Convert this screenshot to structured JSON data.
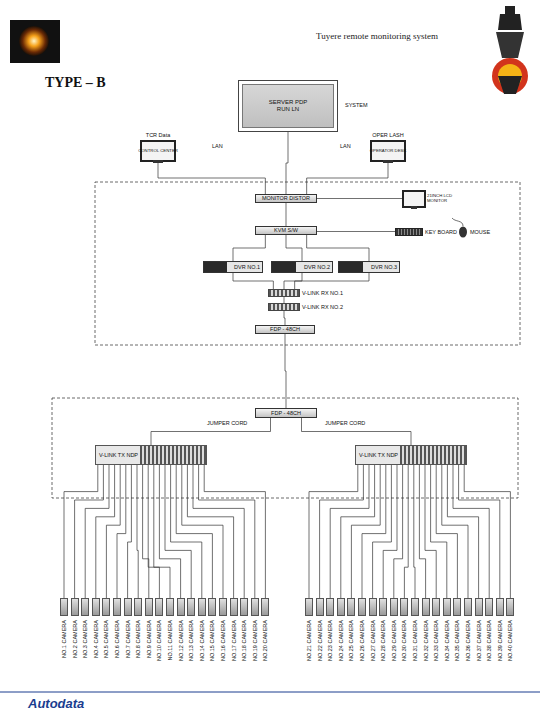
{
  "diagram": {
    "title": "TYPE – B",
    "nodes": [
      {
        "text": [
          "SERVER PDP",
          "RUN LN"
        ]
      },
      {
        "text": [
          "TCR Data",
          "CONTROL CENTER"
        ]
      },
      {
        "text": [
          "OPER LASH",
          "OPERATOR DESK"
        ]
      },
      {
        "text": [
          "MONITOR DISTOR"
        ]
      },
      {
        "text": [
          "21INCH LCD MONITOR"
        ]
      },
      {
        "text": [
          "KVM S/W"
        ]
      },
      {
        "text": [
          "KEY BOARD"
        ]
      },
      {
        "text": [
          "DVR NO.1"
        ]
      },
      {
        "text": [
          "DVR NO.2"
        ]
      },
      {
        "text": [
          "DVR NO.3"
        ]
      },
      {
        "text": [
          "V-LINK RX NO.1"
        ]
      },
      {
        "text": [
          "V-LINK RX NO.2"
        ]
      },
      {
        "text": [
          "FDP - 48CH"
        ]
      },
      {
        "text": [
          "FDP - 48CH"
        ]
      },
      {
        "text": [
          "V-LINK TX NDP"
        ]
      },
      {
        "text": [
          "V-LINK TX NDP"
        ]
      },
      {
        "text": [
          "NO.1 CAMERA"
        ]
      },
      {
        "text": [
          "NO.2 CAMERA"
        ]
      },
      {
        "text": [
          "NO.3 CAMERA"
        ]
      },
      {
        "text": [
          "NO.4 CAMERA"
        ]
      },
      {
        "text": [
          "NO.5 CAMERA"
        ]
      },
      {
        "text": [
          "NO.6 CAMERA"
        ]
      },
      {
        "text": [
          "NO.7 CAMERA"
        ]
      },
      {
        "text": [
          "NO.8 CAMERA"
        ]
      },
      {
        "text": [
          "NO.9 CAMERA"
        ]
      },
      {
        "text": [
          "NO.10 CAMERA"
        ]
      },
      {
        "text": [
          "NO.11 CAMERA"
        ]
      },
      {
        "text": [
          "NO.12 CAMERA"
        ]
      },
      {
        "text": [
          "NO.13 CAMERA"
        ]
      },
      {
        "text": [
          "NO.14 CAMERA"
        ]
      },
      {
        "text": [
          "NO.15 CAMERA"
        ]
      },
      {
        "text": [
          "NO.16 CAMERA"
        ]
      },
      {
        "text": [
          "NO.17 CAMERA"
        ]
      },
      {
        "text": [
          "NO.18 CAMERA"
        ]
      },
      {
        "text": [
          "NO.19 CAMERA"
        ]
      },
      {
        "text": [
          "NO.20 CAMERA"
        ]
      },
      {
        "text": [
          "NO.21 CAMERA"
        ]
      },
      {
        "text": [
          "NO.22 CAMERA"
        ]
      },
      {
        "text": [
          "NO.23 CAMERA"
        ]
      },
      {
        "text": [
          "NO.24 CAMERA"
        ]
      },
      {
        "text": [
          "NO.25 CAMERA"
        ]
      },
      {
        "text": [
          "NO.26 CAMERA"
        ]
      },
      {
        "text": [
          "NO.27 CAMERA"
        ]
      },
      {
        "text": [
          "NO.28 CAMERA"
        ]
      },
      {
        "text": [
          "NO.29 CAMERA"
        ]
      },
      {
        "text": [
          "NO.30 CAMERA"
        ]
      },
      {
        "text": [
          "NO.31 CAMERA"
        ]
      },
      {
        "text": [
          "NO.32 CAMERA"
        ]
      },
      {
        "text": [
          "NO.33 CAMERA"
        ]
      },
      {
        "text": [
          "NO.34 CAMERA"
        ]
      },
      {
        "text": [
          "NO.35 CAMERA"
        ]
      },
      {
        "text": [
          "NO.36 CAMERA"
        ]
      },
      {
        "text": [
          "NO.37 CAMERA"
        ]
      },
      {
        "text": [
          "NO.38 CAMERA"
        ]
      },
      {
        "text": [
          "NO.39 CAMERA"
        ]
      },
      {
        "text": [
          "NO.40 CAMERA"
        ]
      }
    ],
    "edges": [
      {
        "from": 0,
        "to": 3,
        "arrow": "none"
      },
      {
        "from": 1,
        "to": 3,
        "arrow": "none"
      },
      {
        "from": 2,
        "to": 3,
        "arrow": "none"
      },
      {
        "from": 3,
        "to": 4,
        "arrow": "none"
      },
      {
        "from": 3,
        "to": 5,
        "arrow": "none"
      },
      {
        "from": 5,
        "to": 6,
        "arrow": "none"
      },
      {
        "from": 5,
        "to": 7,
        "arrow": "none"
      },
      {
        "from": 5,
        "to": 8,
        "arrow": "none"
      },
      {
        "from": 5,
        "to": 9,
        "arrow": "none"
      },
      {
        "from": 7,
        "to": 10,
        "arrow": "none"
      },
      {
        "from": 8,
        "to": 10,
        "arrow": "none"
      },
      {
        "from": 9,
        "to": 10,
        "arrow": "none"
      },
      {
        "from": 10,
        "to": 11,
        "arrow": "none"
      },
      {
        "from": 11,
        "to": 12,
        "arrow": "none"
      },
      {
        "from": 12,
        "to": 13,
        "arrow": "none"
      },
      {
        "from": 13,
        "to": 14,
        "arrow": "none"
      },
      {
        "from": 13,
        "to": 15,
        "arrow": "none"
      },
      {
        "from": 14,
        "to": 16,
        "arrow": "none"
      },
      {
        "from": 14,
        "to": 17,
        "arrow": "none"
      },
      {
        "from": 14,
        "to": 18,
        "arrow": "none"
      },
      {
        "from": 14,
        "to": 19,
        "arrow": "none"
      },
      {
        "from": 14,
        "to": 20,
        "arrow": "none"
      },
      {
        "from": 14,
        "to": 21,
        "arrow": "none"
      },
      {
        "from": 14,
        "to": 22,
        "arrow": "none"
      },
      {
        "from": 14,
        "to": 23,
        "arrow": "none"
      },
      {
        "from": 14,
        "to": 24,
        "arrow": "none"
      },
      {
        "from": 14,
        "to": 25,
        "arrow": "none"
      },
      {
        "from": 14,
        "to": 26,
        "arrow": "none"
      },
      {
        "from": 14,
        "to": 27,
        "arrow": "none"
      },
      {
        "from": 14,
        "to": 28,
        "arrow": "none"
      },
      {
        "from": 14,
        "to": 29,
        "arrow": "none"
      },
      {
        "from": 14,
        "to": 30,
        "arrow": "none"
      },
      {
        "from": 14,
        "to": 31,
        "arrow": "none"
      },
      {
        "from": 14,
        "to": 32,
        "arrow": "none"
      },
      {
        "from": 14,
        "to": 33,
        "arrow": "none"
      },
      {
        "from": 14,
        "to": 34,
        "arrow": "none"
      },
      {
        "from": 14,
        "to": 35,
        "arrow": "none"
      },
      {
        "from": 15,
        "to": 36,
        "arrow": "none"
      },
      {
        "from": 15,
        "to": 37,
        "arrow": "none"
      },
      {
        "from": 15,
        "to": 38,
        "arrow": "none"
      },
      {
        "from": 15,
        "to": 39,
        "arrow": "none"
      },
      {
        "from": 15,
        "to": 40,
        "arrow": "none"
      },
      {
        "from": 15,
        "to": 41,
        "arrow": "none"
      },
      {
        "from": 15,
        "to": 42,
        "arrow": "none"
      },
      {
        "from": 15,
        "to": 43,
        "arrow": "none"
      },
      {
        "from": 15,
        "to": 44,
        "arrow": "none"
      },
      {
        "from": 15,
        "to": 45,
        "arrow": "none"
      },
      {
        "from": 15,
        "to": 46,
        "arrow": "none"
      },
      {
        "from": 15,
        "to": 47,
        "arrow": "none"
      },
      {
        "from": 15,
        "to": 48,
        "arrow": "none"
      },
      {
        "from": 15,
        "to": 49,
        "arrow": "none"
      },
      {
        "from": 15,
        "to": 50,
        "arrow": "none"
      },
      {
        "from": 15,
        "to": 51,
        "arrow": "none"
      },
      {
        "from": 15,
        "to": 52,
        "arrow": "none"
      },
      {
        "from": 15,
        "to": 53,
        "arrow": "none"
      },
      {
        "from": 15,
        "to": 54,
        "arrow": "none"
      },
      {
        "from": 15,
        "to": 55,
        "arrow": "none"
      }
    ],
    "labels": [
      "Tuyere remote monitoring system",
      "SYSTEM",
      "LAN",
      "LAN",
      "MOUSE",
      "JUMPER CORD",
      "JUMPER CORD",
      "Autodata"
    ]
  }
}
